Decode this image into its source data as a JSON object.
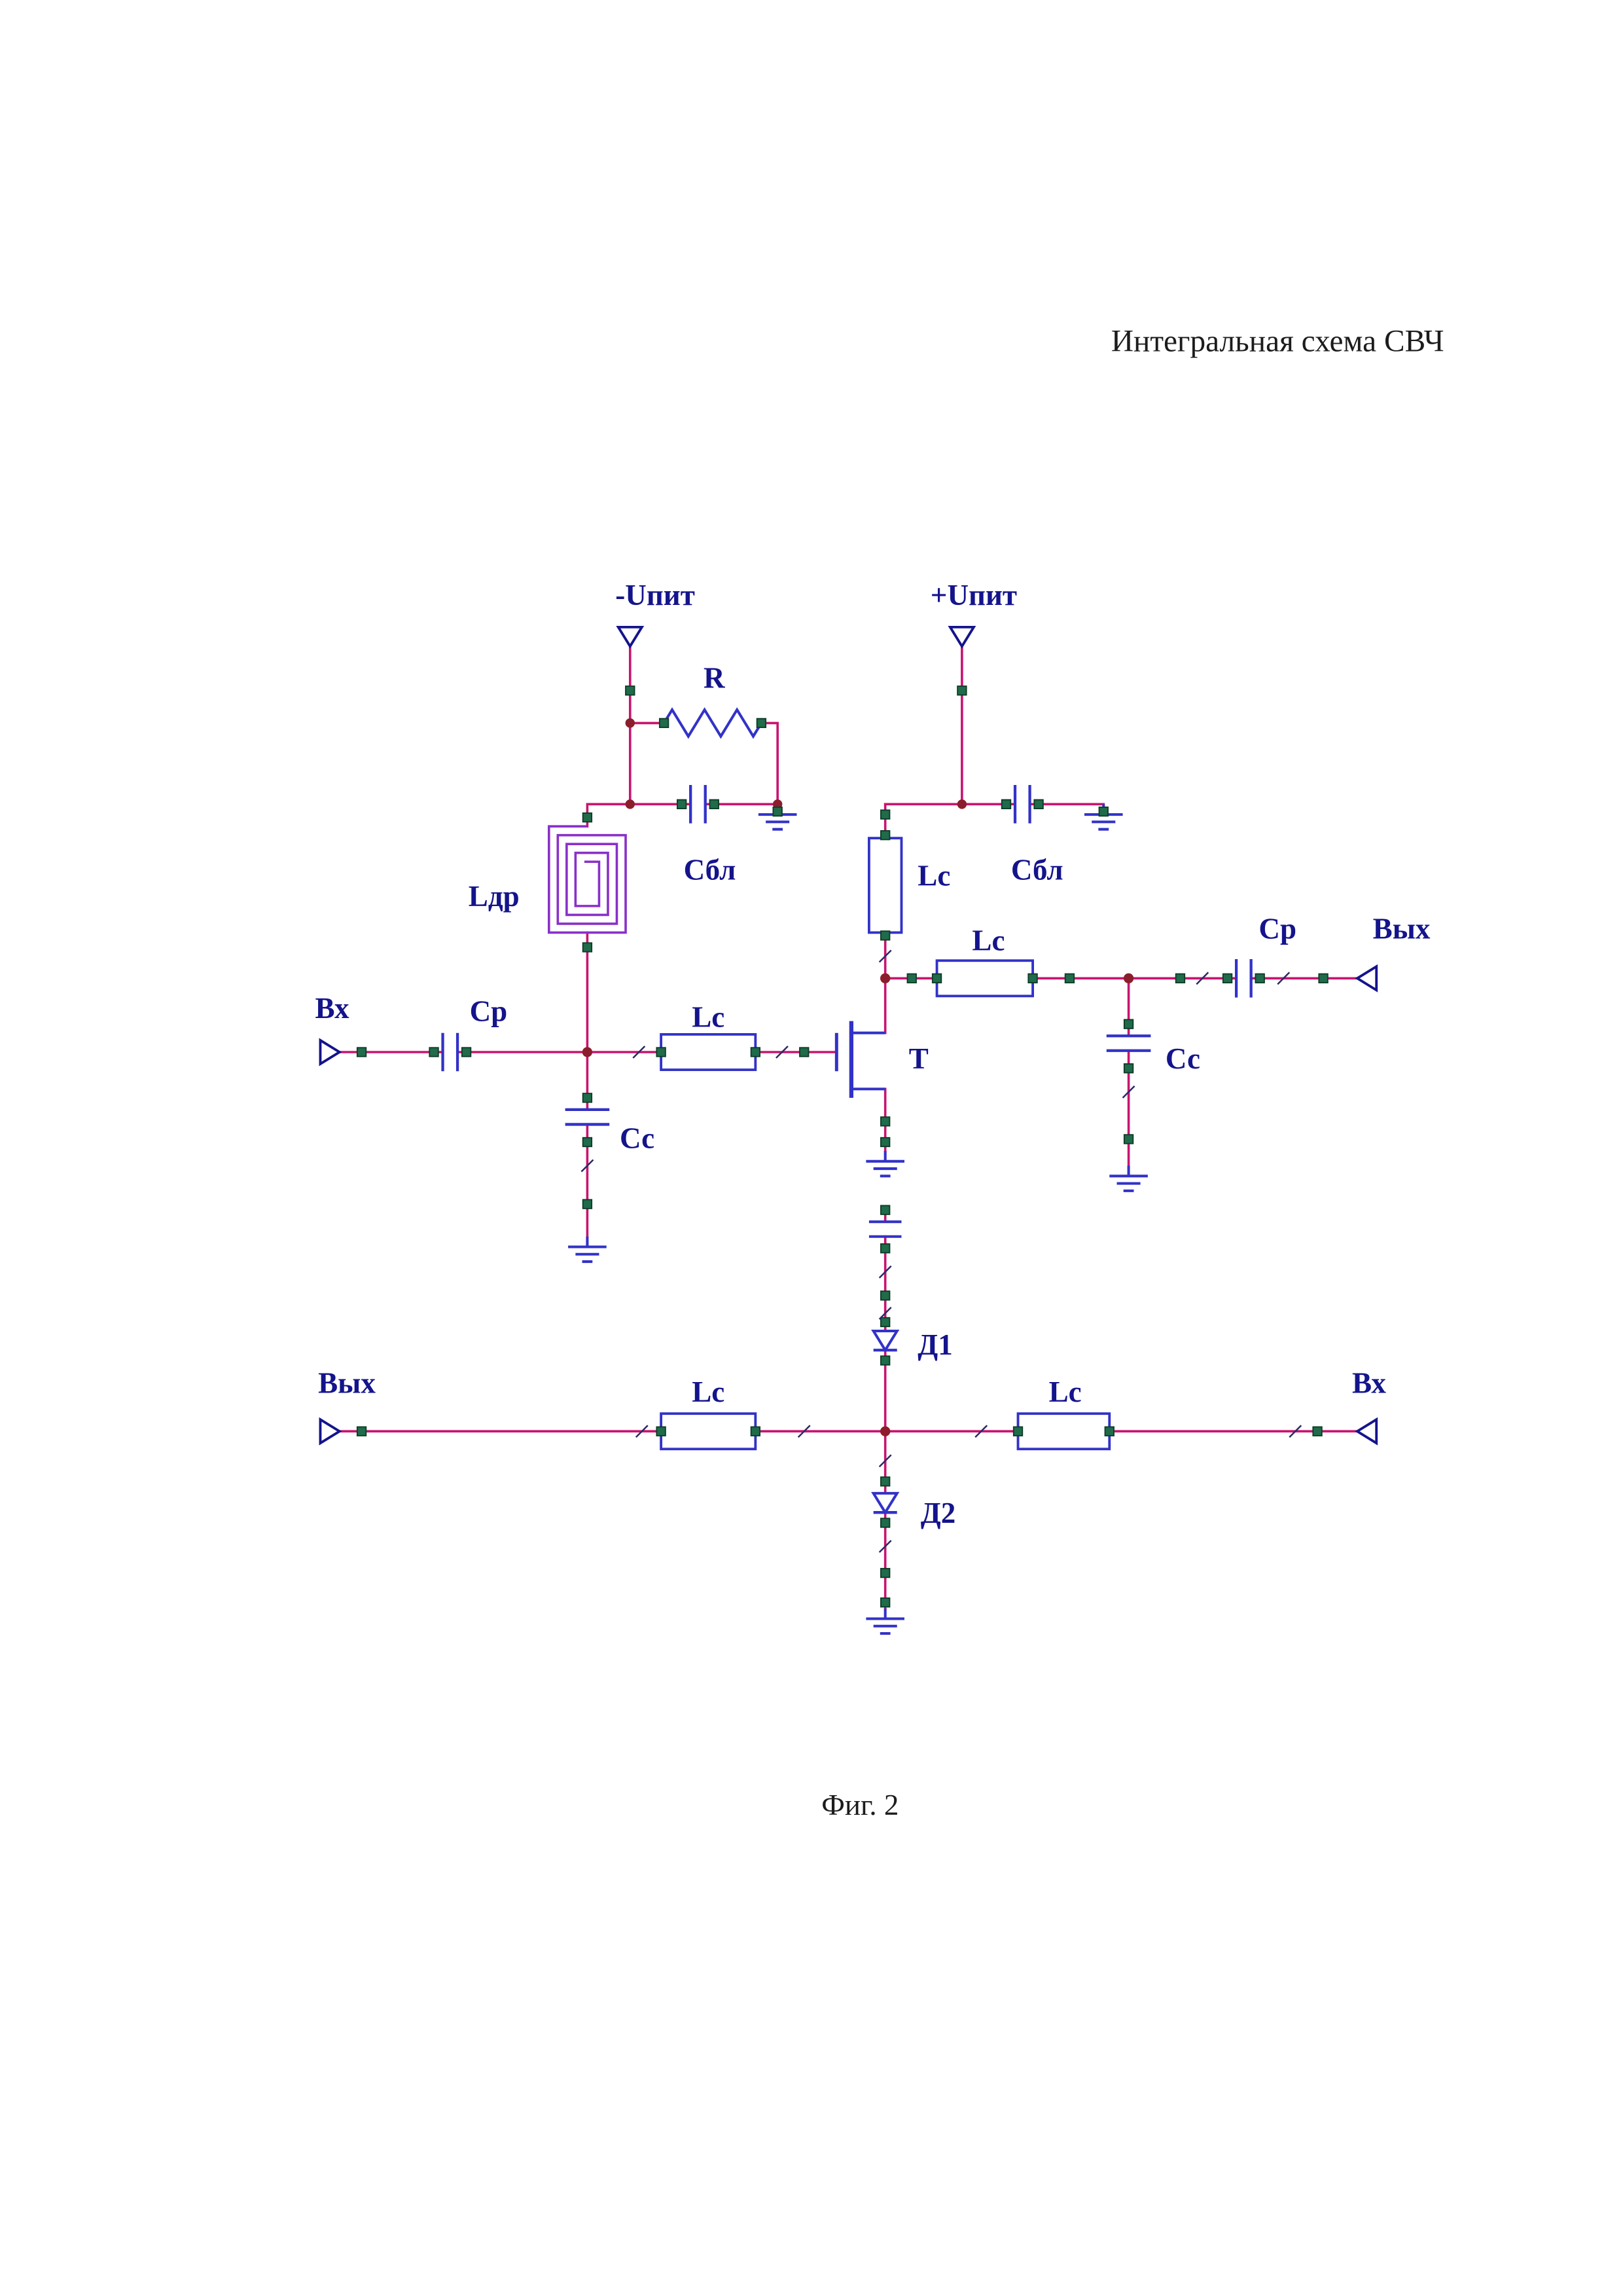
{
  "title": "Интегральная схема СВЧ",
  "caption": "Фиг. 2",
  "labels": {
    "neg_supply": "-Uпит",
    "pos_supply": "+Uпит",
    "resistor": "R",
    "bypass_cap": "Сбл",
    "choke_inductor": "Lдр",
    "input": "Вх",
    "coupling_cap": "Ср",
    "line_inductor": "Lc",
    "shunt_cap": "Сс",
    "transistor": "Т",
    "output": "Вых",
    "diode1": "Д1",
    "diode2": "Д2"
  },
  "colors": {
    "wire": "#c81570",
    "component": "#3232c8",
    "spiral": "#8a30c8",
    "label": "#14148c",
    "pin": "#1f6b4a",
    "pin-border": "#0c3b26",
    "junction": "#8b1d2c",
    "tick": "#2a2a66"
  }
}
